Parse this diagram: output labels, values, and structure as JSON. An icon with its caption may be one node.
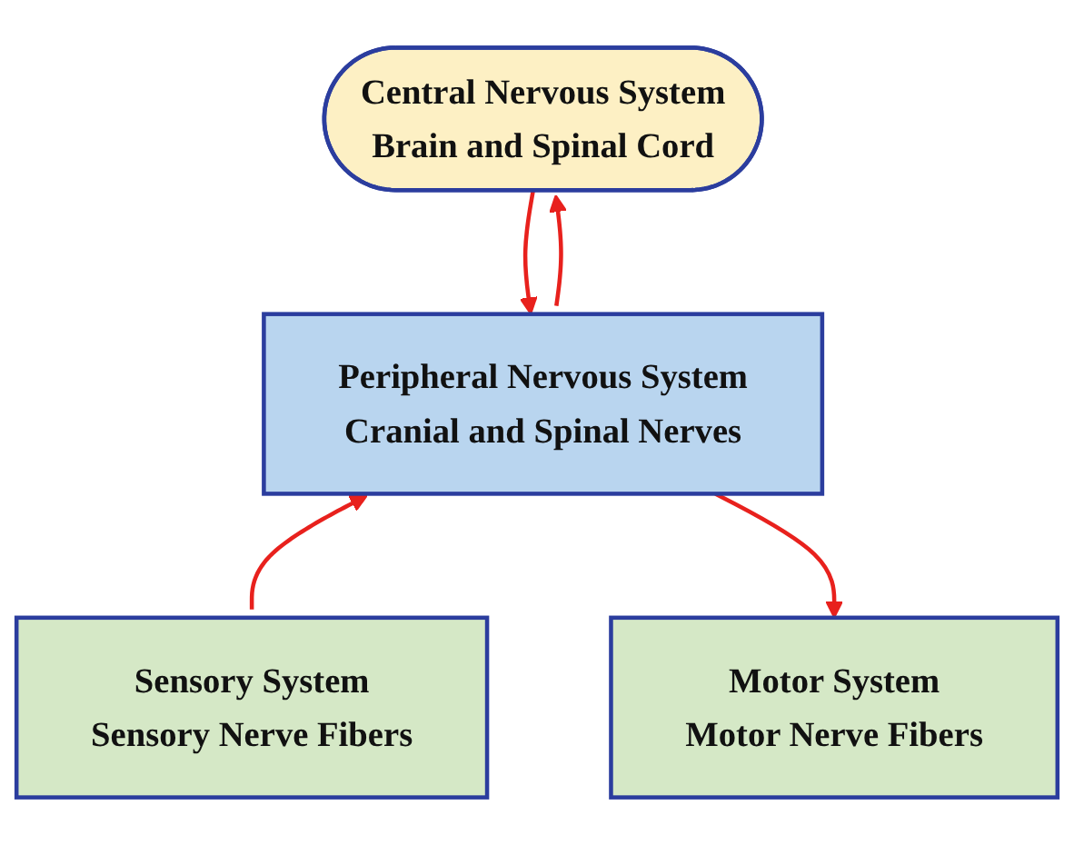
{
  "diagram": {
    "nodes": [
      {
        "text": [
          "Central Nervous System",
          "Brain and Spinal Cord"
        ]
      },
      {
        "text": [
          "Peripheral Nervous System",
          "Cranial and Spinal Nerves"
        ]
      },
      {
        "text": [
          "Sensory System",
          "Sensory Nerve Fibers"
        ]
      },
      {
        "text": [
          "Motor System",
          "Motor Nerve Fibers"
        ]
      }
    ],
    "edges": [
      {
        "from": 1,
        "to": 0,
        "arrow": "to"
      },
      {
        "from": 0,
        "to": 1,
        "arrow": "to"
      },
      {
        "from": 2,
        "to": 1,
        "arrow": "to"
      },
      {
        "from": 1,
        "to": 3,
        "arrow": "to"
      }
    ]
  }
}
